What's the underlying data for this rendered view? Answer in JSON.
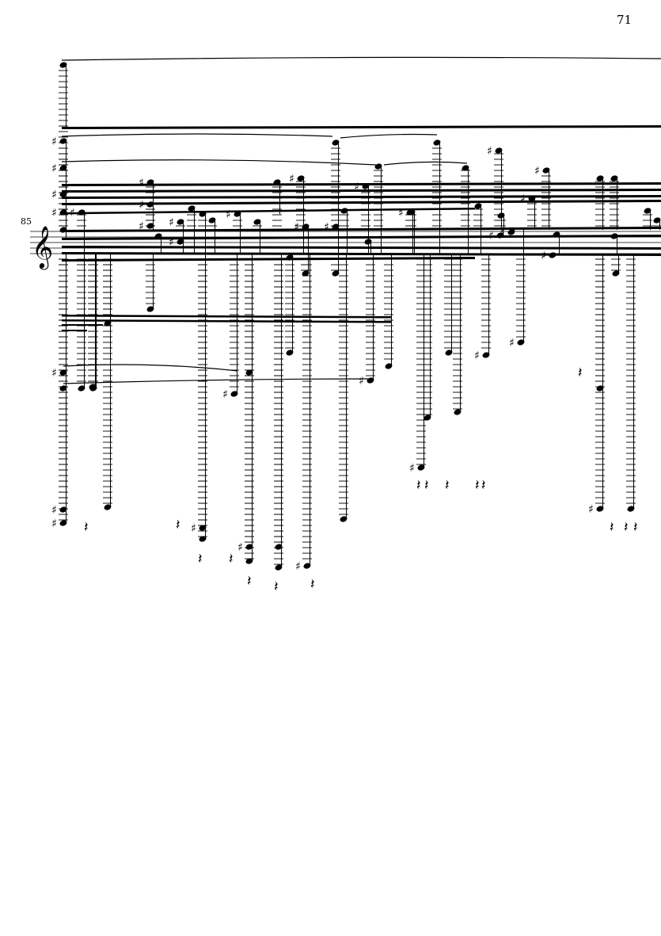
{
  "page": {
    "number": "71"
  },
  "system": {
    "measure_number": "85",
    "clef": "treble"
  },
  "colors": {
    "ink": "#000000",
    "paper": "#ffffff"
  }
}
